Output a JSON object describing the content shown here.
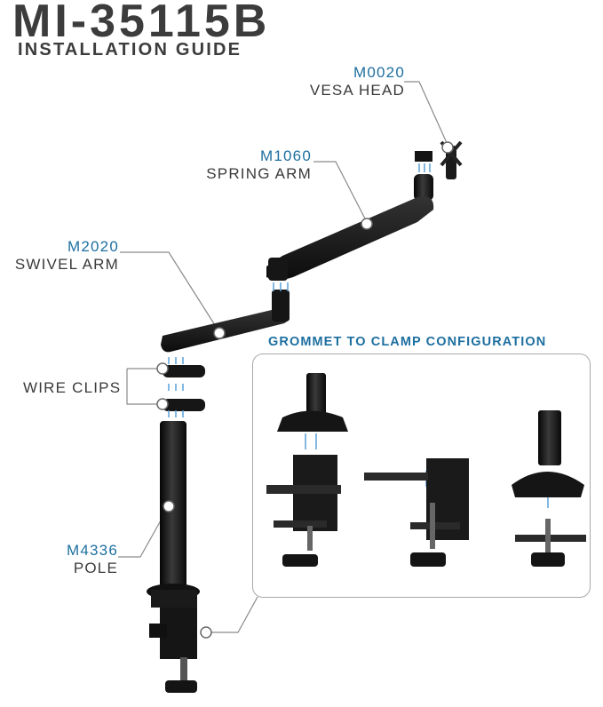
{
  "header": {
    "model": "MI-35115B",
    "subtitle": "INSTALLATION GUIDE"
  },
  "parts": [
    {
      "code": "M0020",
      "name": "VESA HEAD"
    },
    {
      "code": "M1060",
      "name": "SPRING ARM"
    },
    {
      "code": "M2020",
      "name": "SWIVEL ARM"
    },
    {
      "code": "",
      "name": "WIRE CLIPS"
    },
    {
      "code": "M4336",
      "name": "POLE"
    }
  ],
  "grommet": {
    "title": "GROMMET TO CLAMP CONFIGURATION"
  },
  "colors": {
    "accent": "#1d6fa0",
    "text": "#3a3a3a",
    "hardware": "#1b1b1b",
    "arrow": "#5aa0d8"
  }
}
